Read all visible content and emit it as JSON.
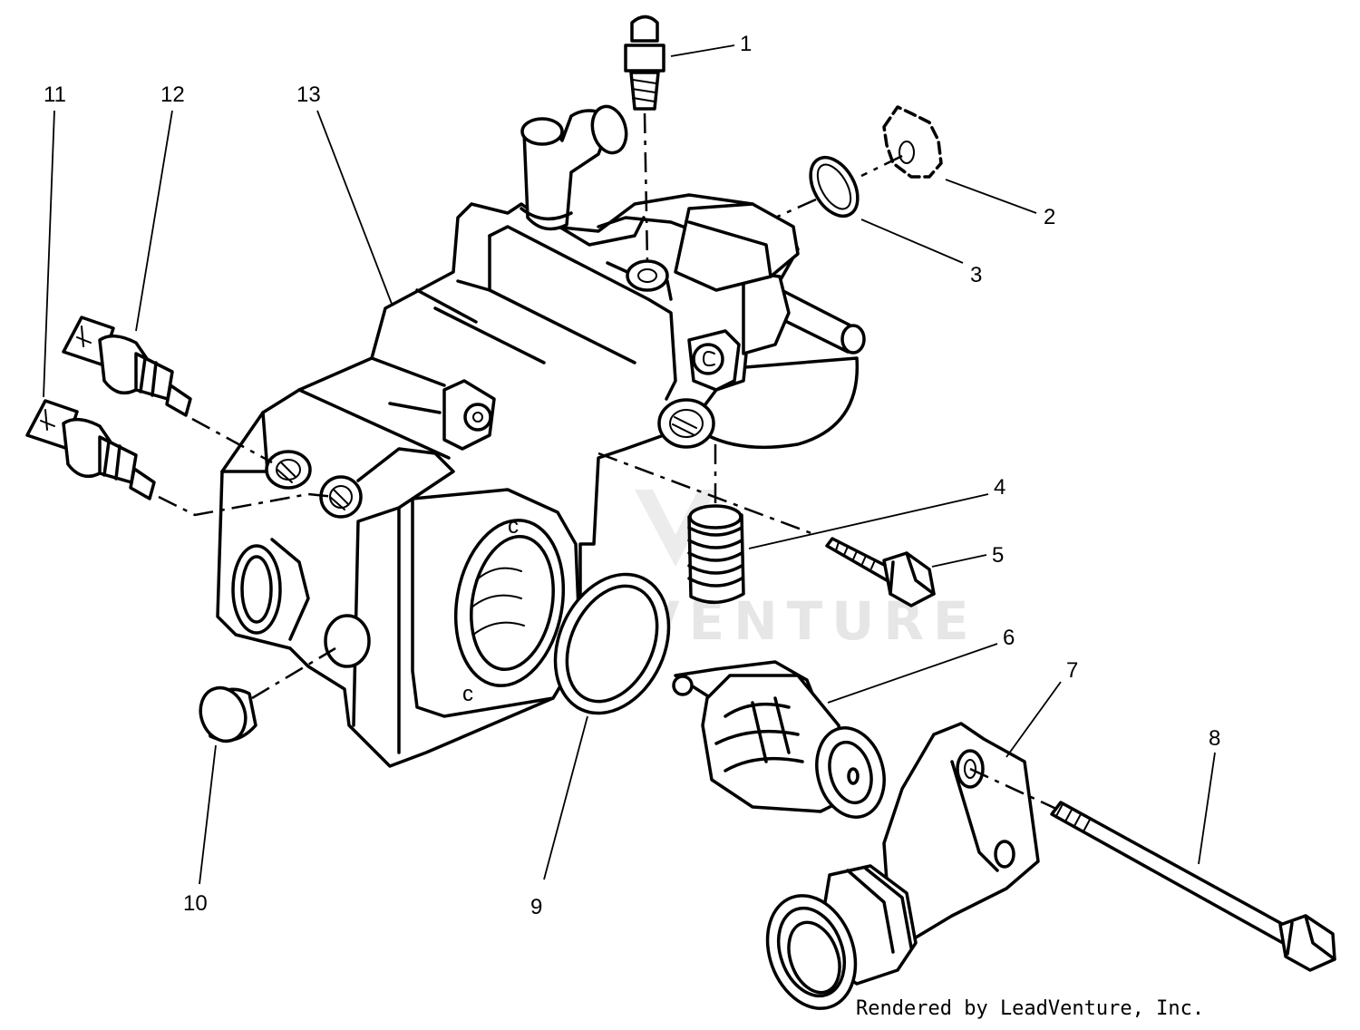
{
  "callouts": [
    {
      "id": "1",
      "label": "1"
    },
    {
      "id": "2",
      "label": "2"
    },
    {
      "id": "3",
      "label": "3"
    },
    {
      "id": "4",
      "label": "4"
    },
    {
      "id": "5",
      "label": "5"
    },
    {
      "id": "6",
      "label": "6"
    },
    {
      "id": "7",
      "label": "7"
    },
    {
      "id": "8",
      "label": "8"
    },
    {
      "id": "9",
      "label": "9"
    },
    {
      "id": "10",
      "label": "10"
    },
    {
      "id": "11",
      "label": "11"
    },
    {
      "id": "12",
      "label": "12"
    },
    {
      "id": "13",
      "label": "13"
    }
  ],
  "watermark": {
    "text": "LEADVENTURE"
  },
  "credit": {
    "text": "Rendered by LeadVenture, Inc."
  },
  "colors": {
    "line": "#000000",
    "background": "#ffffff",
    "watermark": "#e6e6e6"
  }
}
